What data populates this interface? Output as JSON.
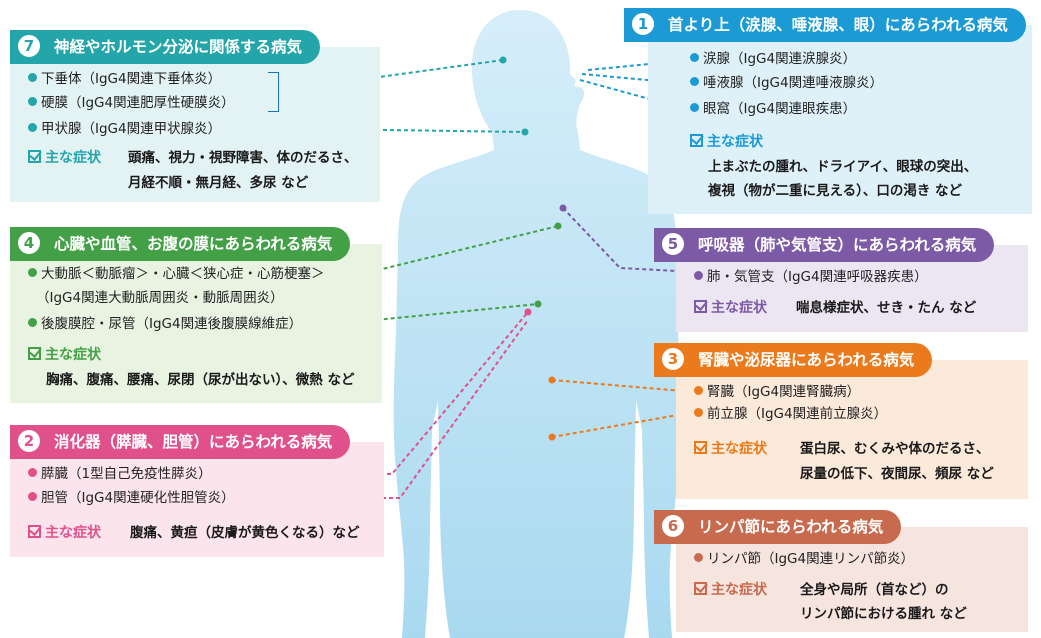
{
  "panels": {
    "p7": {
      "number": "7",
      "title": "神経やホルモン分泌に関係する病気",
      "items": [
        "下垂体（IgG4関連下垂体炎）",
        "硬膜（IgG4関連肥厚性硬膜炎）",
        "甲状腺（IgG4関連甲状腺炎）"
      ],
      "symptoms_label": "主な症状",
      "symptoms": [
        "頭痛、視力・視野障害、体のだるさ、",
        "月経不順・無月経、多尿 など"
      ]
    },
    "p1": {
      "number": "1",
      "title": "首より上（涙腺、唾液腺、眼）にあらわれる病気",
      "items": [
        "涙腺（IgG4関連涙腺炎）",
        "唾液腺（IgG4関連唾液腺炎）",
        "眼窩（IgG4関連眼疾患）"
      ],
      "symptoms_label": "主な症状",
      "symptoms": [
        "上まぶたの腫れ、ドライアイ、眼球の突出、",
        "複視（物が二重に見える）、口の渇き など"
      ]
    },
    "p4": {
      "number": "4",
      "title": "心臓や血管、お腹の膜にあらわれる病気",
      "items": [
        "大動脈＜動脈瘤＞・心臓＜狭心症・心筋梗塞＞",
        "（IgG4関連大動脈周囲炎・動脈周囲炎）",
        "後腹膜腔・尿管（IgG4関連後腹膜線維症）"
      ],
      "symptoms_label": "主な症状",
      "symptoms": [
        "胸痛、腹痛、腰痛、尿閉（尿が出ない）、微熱 など"
      ]
    },
    "p5": {
      "number": "5",
      "title": "呼吸器（肺や気管支）にあらわれる病気",
      "items": [
        "肺・気管支（IgG4関連呼吸器疾患）"
      ],
      "symptoms_label": "主な症状",
      "symptoms": [
        "喘息様症状、せき・たん など"
      ]
    },
    "p3": {
      "number": "3",
      "title": "腎臓や泌尿器にあらわれる病気",
      "items": [
        "腎臓（IgG4関連腎臓病）",
        "前立腺（IgG4関連前立腺炎）"
      ],
      "symptoms_label": "主な症状",
      "symptoms": [
        "蛋白尿、むくみや体のだるさ、",
        "尿量の低下、夜間尿、頻尿 など"
      ]
    },
    "p2": {
      "number": "2",
      "title": "消化器（膵臓、胆管）にあらわれる病気",
      "items": [
        "膵臓（1型自己免疫性膵炎）",
        "胆管（IgG4関連硬化性胆管炎）"
      ],
      "symptoms_label": "主な症状",
      "symptoms": [
        "腹痛、黄疸（皮膚が黄色くなる）など"
      ]
    },
    "p6": {
      "number": "6",
      "title": "リンパ節にあらわれる病気",
      "items": [
        "リンパ節（IgG4関連リンパ節炎）"
      ],
      "symptoms_label": "主な症状",
      "symptoms": [
        "全身や局所（首など）の",
        "リンパ節における腫れ など"
      ]
    }
  },
  "colors": {
    "p7": "#24a5a9",
    "p1": "#1b9ad6",
    "p4": "#43a046",
    "p5": "#7d5aa6",
    "p3": "#ea7a1c",
    "p2": "#e0518c",
    "p6": "#c86a4d",
    "body": "#bfe3f3"
  }
}
